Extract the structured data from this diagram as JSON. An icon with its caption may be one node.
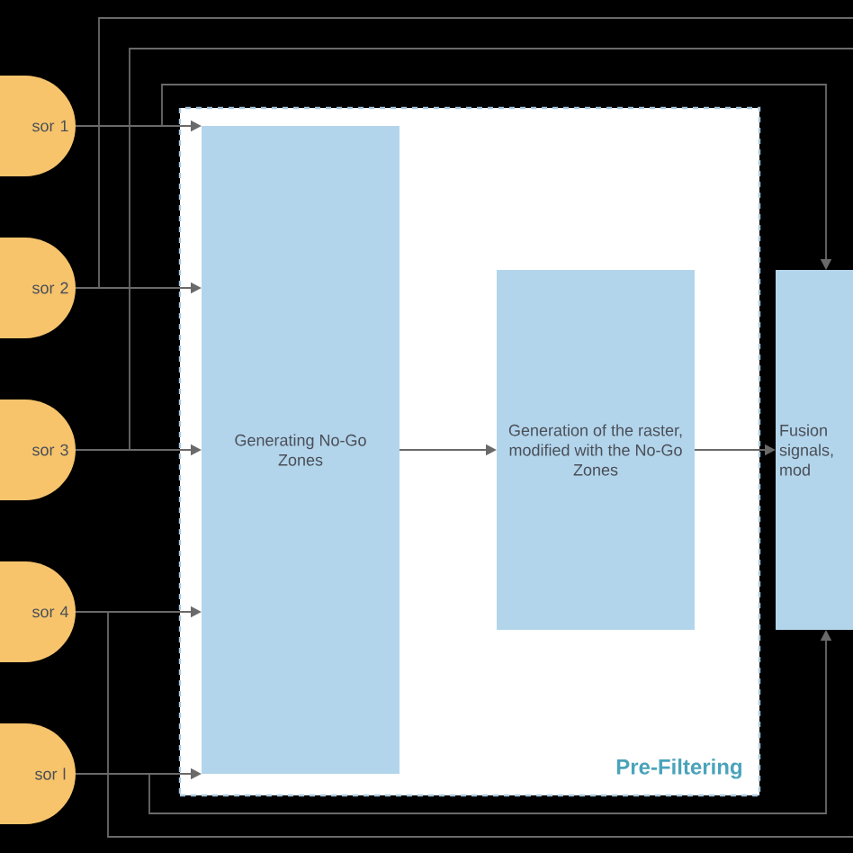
{
  "diagram": {
    "nodes": [
      {
        "text": [
          "sor 1"
        ]
      },
      {
        "text": [
          "sor 2"
        ]
      },
      {
        "text": [
          "sor 3"
        ]
      },
      {
        "text": [
          "sor 4"
        ]
      },
      {
        "text": [
          "sor l"
        ]
      },
      {
        "text": [
          "Pre-Filtering"
        ]
      },
      {
        "text": [
          "Generating No-Go Zones"
        ],
        "in": 5
      },
      {
        "text": [
          "Generation of the raster, modified with the No-Go Zones"
        ],
        "in": 5
      },
      {
        "text": [
          "Fusion signals, mod"
        ]
      }
    ],
    "edges": [
      {
        "from": 0,
        "to": 6,
        "arrow": "to"
      },
      {
        "from": 1,
        "to": 6,
        "arrow": "to"
      },
      {
        "from": 2,
        "to": 6,
        "arrow": "to"
      },
      {
        "from": 3,
        "to": 6,
        "arrow": "to"
      },
      {
        "from": 4,
        "to": 6,
        "arrow": "to"
      },
      {
        "from": 6,
        "to": 7,
        "arrow": "to"
      },
      {
        "from": 7,
        "to": 8,
        "arrow": "to"
      },
      {
        "from": 0,
        "to": 8,
        "arrow": "to"
      },
      {
        "from": 1,
        "to": null,
        "arrow": "none"
      },
      {
        "from": 2,
        "to": null,
        "arrow": "none"
      },
      {
        "from": 3,
        "to": null,
        "arrow": "none"
      },
      {
        "from": 4,
        "to": 8,
        "arrow": "to"
      }
    ]
  }
}
